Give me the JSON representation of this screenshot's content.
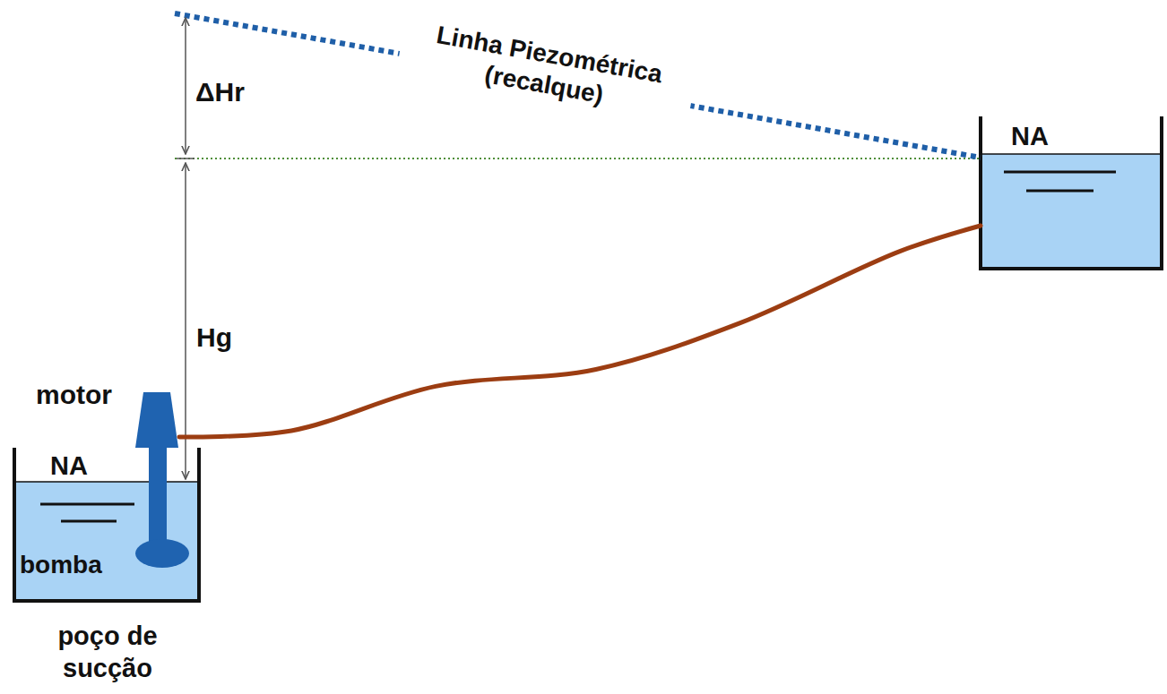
{
  "diagram": {
    "nodes": [
      {
        "text": [
          "NA",
          "bomba",
          "poço de sucção"
        ]
      },
      {
        "text": [
          "NA"
        ]
      }
    ],
    "edges": [
      {
        "from": 0,
        "to": 1,
        "arrow": "none"
      }
    ],
    "labels": [
      "Linha Piezométrica (recalque)",
      "ΔHr",
      "Hg",
      "motor"
    ]
  }
}
